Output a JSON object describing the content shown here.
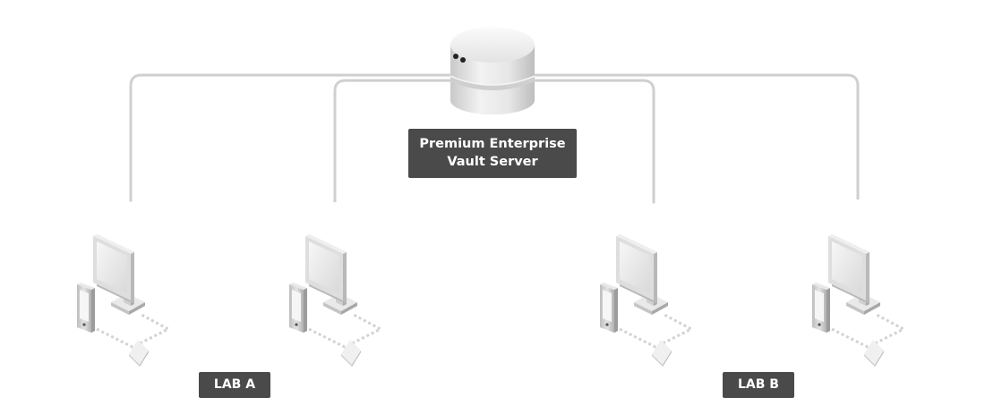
{
  "server": {
    "label_line1": "Premium Enterprise",
    "label_line2": "Vault Server",
    "icon": "database-server-icon"
  },
  "labs": [
    {
      "label": "LAB A"
    },
    {
      "label": "LAB B"
    }
  ],
  "workstation_icons": [
    "desktop-monitor-icon",
    "smartphone-icon",
    "tablet-icon"
  ],
  "colors": {
    "label_bg": "#4a4a4a",
    "label_text": "#ffffff",
    "connector": "#cfcfcf",
    "device_light": "#f4f4f4",
    "device_mid": "#dcdcdc",
    "device_dark": "#a9a9a9"
  }
}
